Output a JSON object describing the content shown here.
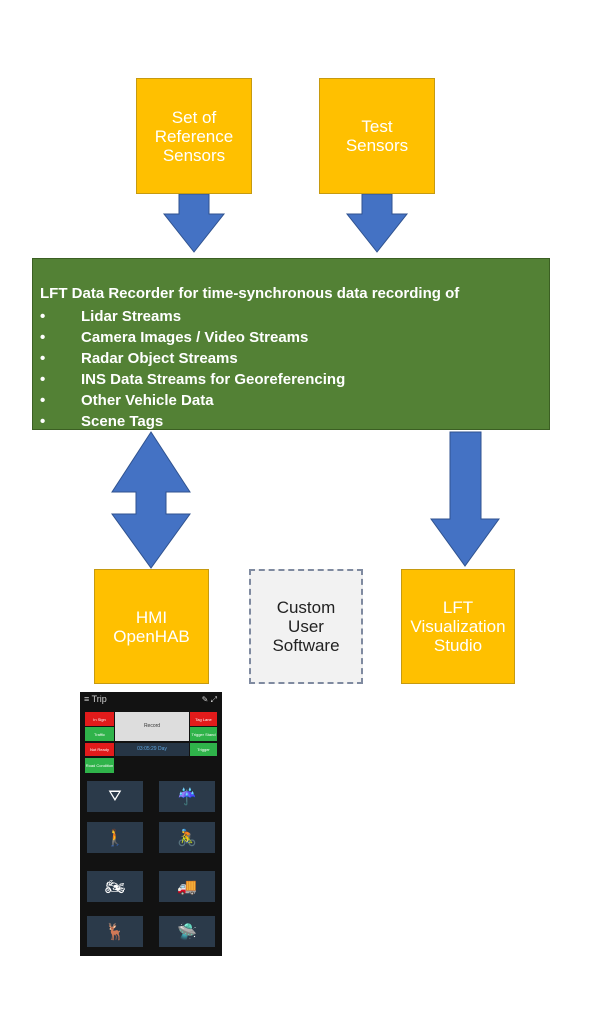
{
  "boxes": {
    "reference_sensors": "Set of\nReference\nSensors",
    "test_sensors": "Test\nSensors",
    "hmi": "HMI\nOpenHAB",
    "custom_software": "Custom\nUser\nSoftware",
    "lft_visualization": "LFT\nVisualization\nStudio"
  },
  "recorder": {
    "title": "LFT Data Recorder for time-synchronous data recording of",
    "bullet": "•",
    "items": [
      "Lidar Streams",
      "Camera Images / Video Streams",
      "Radar Object Streams",
      "INS Data Streams for Georeferencing",
      "Other Vehicle Data",
      "Scene Tags"
    ]
  },
  "colors": {
    "box_yellow": "#ffc000",
    "recorder_green": "#538135",
    "arrow_blue": "#4472c4",
    "custom_box": "#f2f2f2"
  },
  "phone": {
    "title": "Trip",
    "menu_icon": "hamburger-icon",
    "header_icons": [
      "edit-icon",
      "expand-icon"
    ],
    "record_label": "Record",
    "time_label": "03:05:29 Day",
    "buttons_left": [
      "In Sign",
      "Traffic",
      "Not Ready",
      "Road Condition"
    ],
    "buttons_right": [
      "Tag Lane",
      "Trigger Stand",
      "Trigger"
    ],
    "tiles": [
      "road-icon",
      "rain-icon",
      "pedestrian-icon",
      "cyclist-icon",
      "motorcycle-icon",
      "truck-icon",
      "deer-icon",
      "ufo-icon"
    ]
  }
}
